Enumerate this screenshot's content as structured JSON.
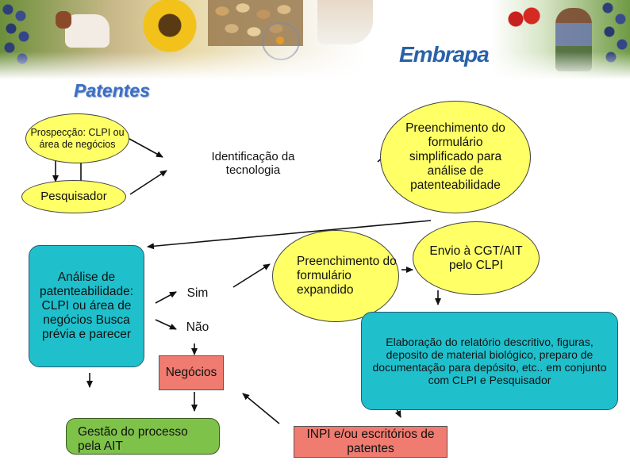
{
  "header": {
    "logo_text": "Embrapa",
    "page_title": "Patentes"
  },
  "nodes": {
    "prospeccao": "Prospecção: CLPI ou área de negócios",
    "pesquisador": "Pesquisador",
    "identificacao": "Identificação da tecnologia",
    "formulario_simplificado": "Preenchimento do formulário simplificado para análise de patenteabilidade",
    "analise": "Análise de patenteabilidade: CLPI ou área de negócios Busca prévia e parecer",
    "sim": "Sim",
    "nao": "Não",
    "formulario_expandido": "Preenchimento do formulário expandido",
    "envio": "Envio à CGT/AIT pelo CLPI",
    "elaboracao": "Elaboração do relatório descritivo, figuras, deposito de material biológico, preparo de documentação para depósito, etc.. em conjunto com CLPI e Pesquisador",
    "negocios": "Negócios",
    "gestao": "Gestão do processo pela AIT",
    "inpi": "INPI e/ou escritórios de patentes"
  },
  "colors": {
    "yellow": "#ffff66",
    "cyan": "#1fc0cc",
    "salmon": "#f07b70",
    "green": "#7fc24a",
    "title_blue": "#3a6fc8"
  }
}
